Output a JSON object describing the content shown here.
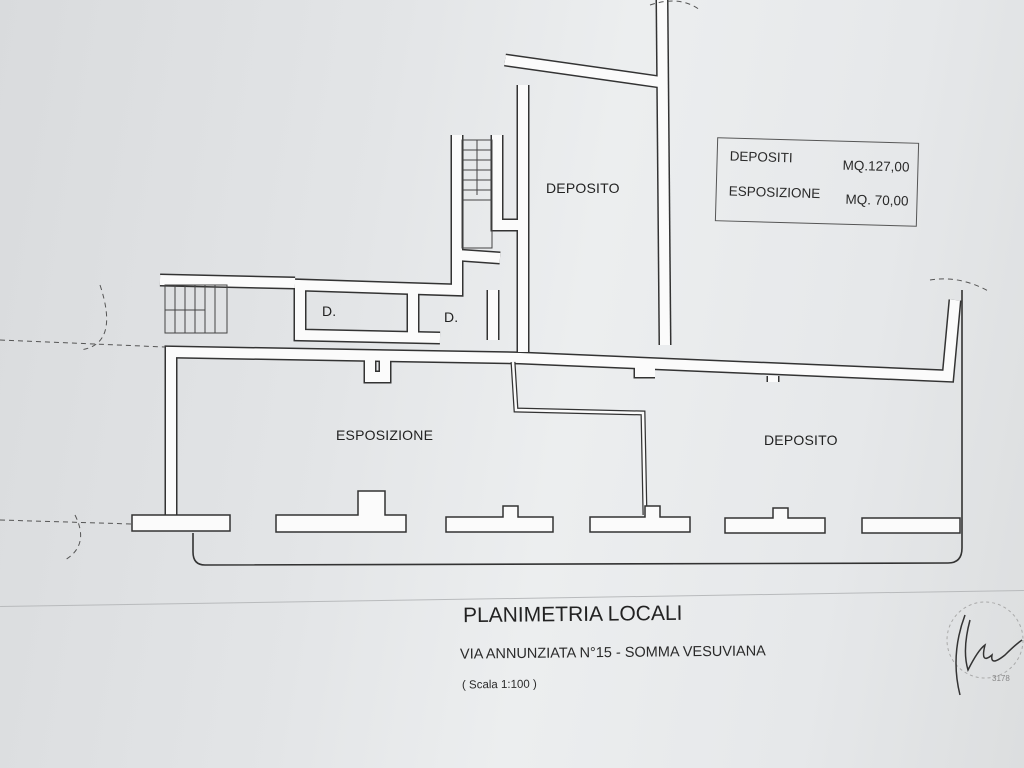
{
  "rooms": {
    "deposito_upper": "DEPOSITO",
    "deposito_lower": "DEPOSITO",
    "esposizione": "ESPOSIZIONE",
    "d1": "D.",
    "d2": "D."
  },
  "legend": {
    "rows": [
      {
        "label": "DEPOSITI",
        "value": "MQ.127,00"
      },
      {
        "label": "ESPOSIZIONE",
        "value": "MQ. 70,00"
      }
    ]
  },
  "title": "PLANIMETRIA LOCALI",
  "address": "VIA ANNUNZIATA N°15 - SOMMA VESUVIANA",
  "scale": "( Scala 1:100 )",
  "stamp": {
    "number": "3178"
  },
  "colors": {
    "ink": "#2f2f2f",
    "paper": "#e6e8ea"
  }
}
